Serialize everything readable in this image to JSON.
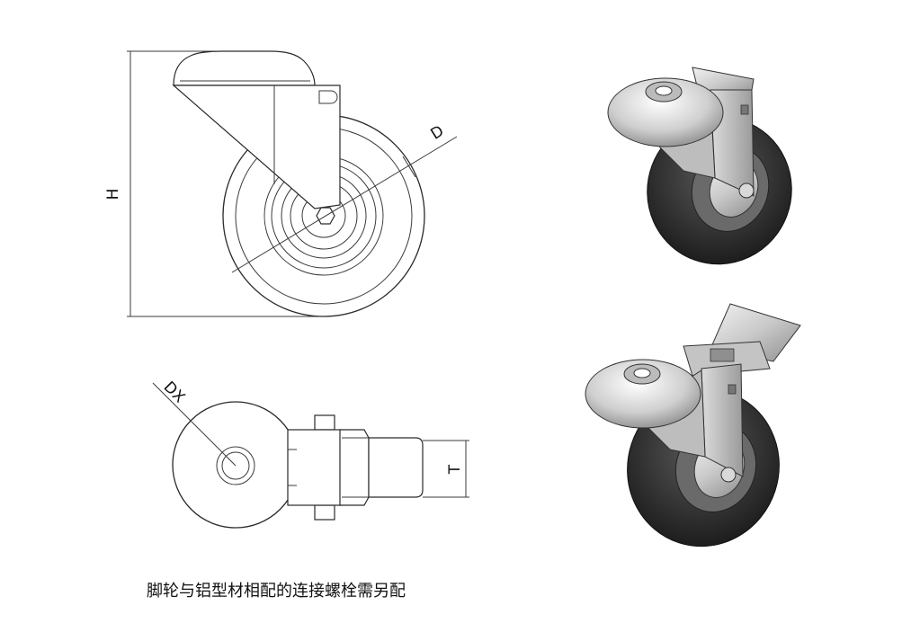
{
  "labels": {
    "height": "H",
    "diameter": "D",
    "hole_diameter": "DX",
    "tread_width": "T"
  },
  "caption": "脚轮与铝型材相配的连接螺栓需另配",
  "colors": {
    "line": "#2a2a2a",
    "tire": "#2e2e2e",
    "metal": "#c8c8c8"
  }
}
